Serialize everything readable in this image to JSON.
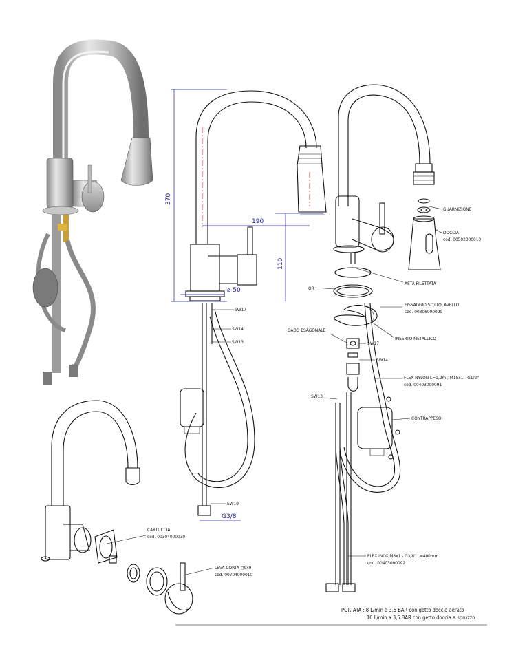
{
  "dimensions": {
    "height": "370",
    "reach": "190",
    "spout_height": "110",
    "base_diameter": "⌀ 50",
    "connection": "G3/8"
  },
  "wrench_sizes": {
    "sw17_front": "SW17",
    "sw14_front": "SW14",
    "sw13_front": "SW13",
    "sw19_front": "SW19",
    "sw17_exploded": "SW17",
    "sw14_exploded": "SW14",
    "sw13_exploded": "SW13"
  },
  "parts": {
    "guarnizione": "GUARNIZIONE",
    "doccia": "DOCCIA",
    "doccia_code": "cod. 00502000013",
    "asta_filettata": "ASTA FILETTATA",
    "or": "OR",
    "fissaggio": "FISSAGGIO SOTTOLAVELLO",
    "fissaggio_code": "cod. 00306000099",
    "inserto": "INSERTO METALLICO",
    "dado": "DADO ESAGONALE",
    "flex_nylon": "FLEX NYLON L=1,2m ; M15x1 - G1/2\"",
    "flex_nylon_code": "cod. 00403000091",
    "contrappeso": "CONTRAPPESO",
    "flex_inox": "FLEX INOX M8x1 - G3/8\" L=400mm",
    "flex_inox_code": "cod. 00403000092",
    "cartuccia": "CARTUCCIA",
    "cartuccia_code": "cod. 00304000030",
    "leva": "LEVA CORTA ◻9x9",
    "leva_code": "cod. 00704000010"
  },
  "flow_note": {
    "line1": "PORTATA : 8 L/min a 3,5 BAR con getto doccia aerato",
    "line2": "10 L/min a 3,5 BAR con getto doccia a spruzzo"
  }
}
